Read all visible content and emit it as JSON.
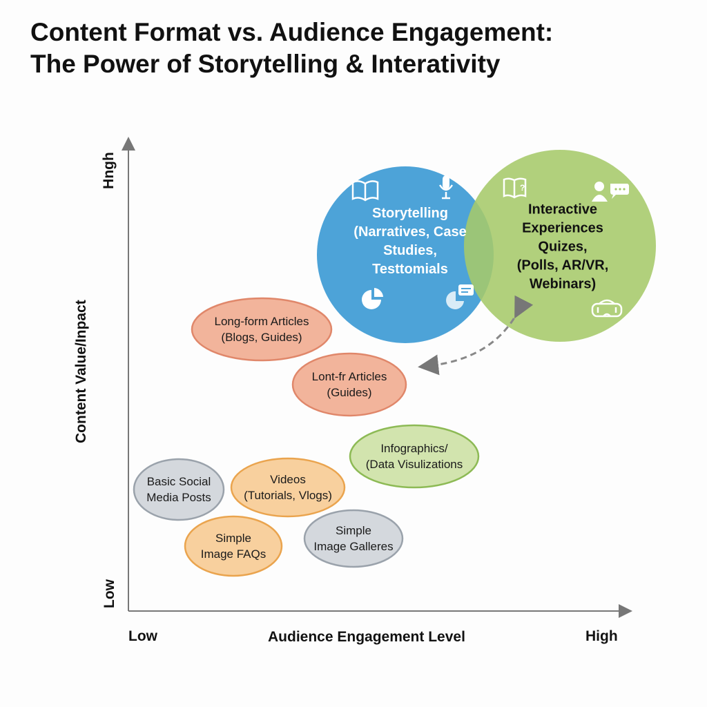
{
  "title": {
    "line1": "Content Format vs. Audience Engagement:",
    "line2": "The Power of Storytelling & Interativity"
  },
  "axes": {
    "y_label": "Content Value/Inpact",
    "y_high": "Hngh",
    "y_low": "Low",
    "x_label": "Audience Engagement Level",
    "x_low": "Low",
    "x_high": "High"
  },
  "circles": {
    "storytelling": {
      "lines": [
        "Storytelling",
        "(Narratives, Case",
        "Studies,",
        "Testtomials"
      ],
      "color": "#4da3d8"
    },
    "interactive": {
      "lines": [
        "Interactive",
        "Experiences",
        "Quizes,",
        "(Polls, AR/VR,",
        "Webinars)"
      ],
      "color": "#a6c96a"
    }
  },
  "formats": [
    {
      "lines": [
        "Long-form Articles",
        "(Blogs, Guides)"
      ],
      "color": "#f2b49b"
    },
    {
      "lines": [
        "Lont-fr Articles",
        "(Guides)"
      ],
      "color": "#f2b49b"
    },
    {
      "lines": [
        "Infographics/",
        "(Data Visulizations"
      ],
      "color": "#d2e4ae"
    },
    {
      "lines": [
        "Basic Social",
        "Media Posts"
      ],
      "color": "#d4d8dd"
    },
    {
      "lines": [
        "Videos",
        "(Tutorials, Vlogs)"
      ],
      "color": "#f8d09e"
    },
    {
      "lines": [
        "Simple",
        "Image FAQs"
      ],
      "color": "#f8d09e"
    },
    {
      "lines": [
        "Simple",
        "Image Galleres"
      ],
      "color": "#d4d8dd"
    }
  ]
}
